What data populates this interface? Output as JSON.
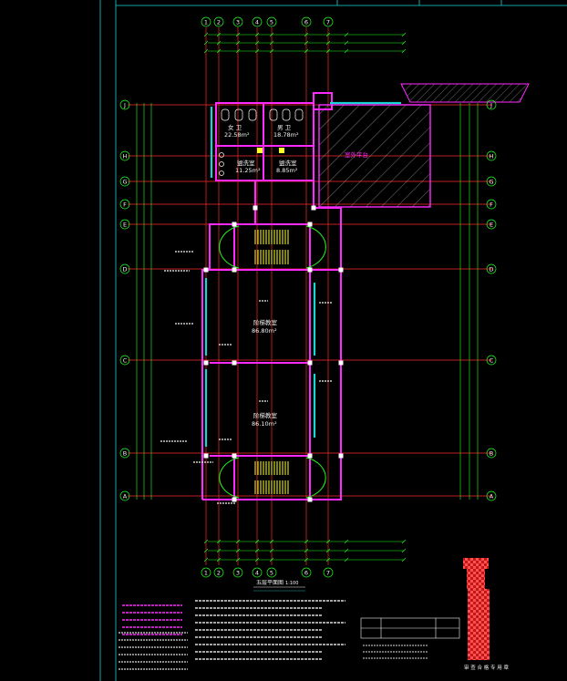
{
  "grid": {
    "columns": [
      "1",
      "2",
      "3",
      "4",
      "5",
      "6",
      "7"
    ],
    "rows": [
      "J",
      "H",
      "G",
      "F",
      "E",
      "D",
      "C",
      "B",
      "A"
    ]
  },
  "rooms": {
    "women_wc_label": "女 卫",
    "women_wc_area": "22.58m²",
    "men_wc_label": "男 卫",
    "men_wc_area": "18.78m²",
    "room_a_label": "盥洗室",
    "room_a_area": "11.25m²",
    "room_b_label": "盥洗室",
    "room_b_area": "8.85m²",
    "hall_upper_label": "阶梯教室",
    "hall_upper_area": "86.80m²",
    "hall_lower_label": "阶梯教室",
    "hall_lower_area": "86.10m²",
    "hatched_area_label": "室外平台"
  },
  "drawing": {
    "title": "五层平面图",
    "scale": "1:100"
  },
  "stamp_title": "审 查 合 格 专 用 章",
  "colors": {
    "background": "#000000",
    "frame": "#19d4d4",
    "axis": "#ff2a2a",
    "dimension": "#20ff20",
    "wall": "#ff2aff",
    "text": "#f2f2f2",
    "window": "#19d4d4",
    "fixture": "#ffff30"
  }
}
